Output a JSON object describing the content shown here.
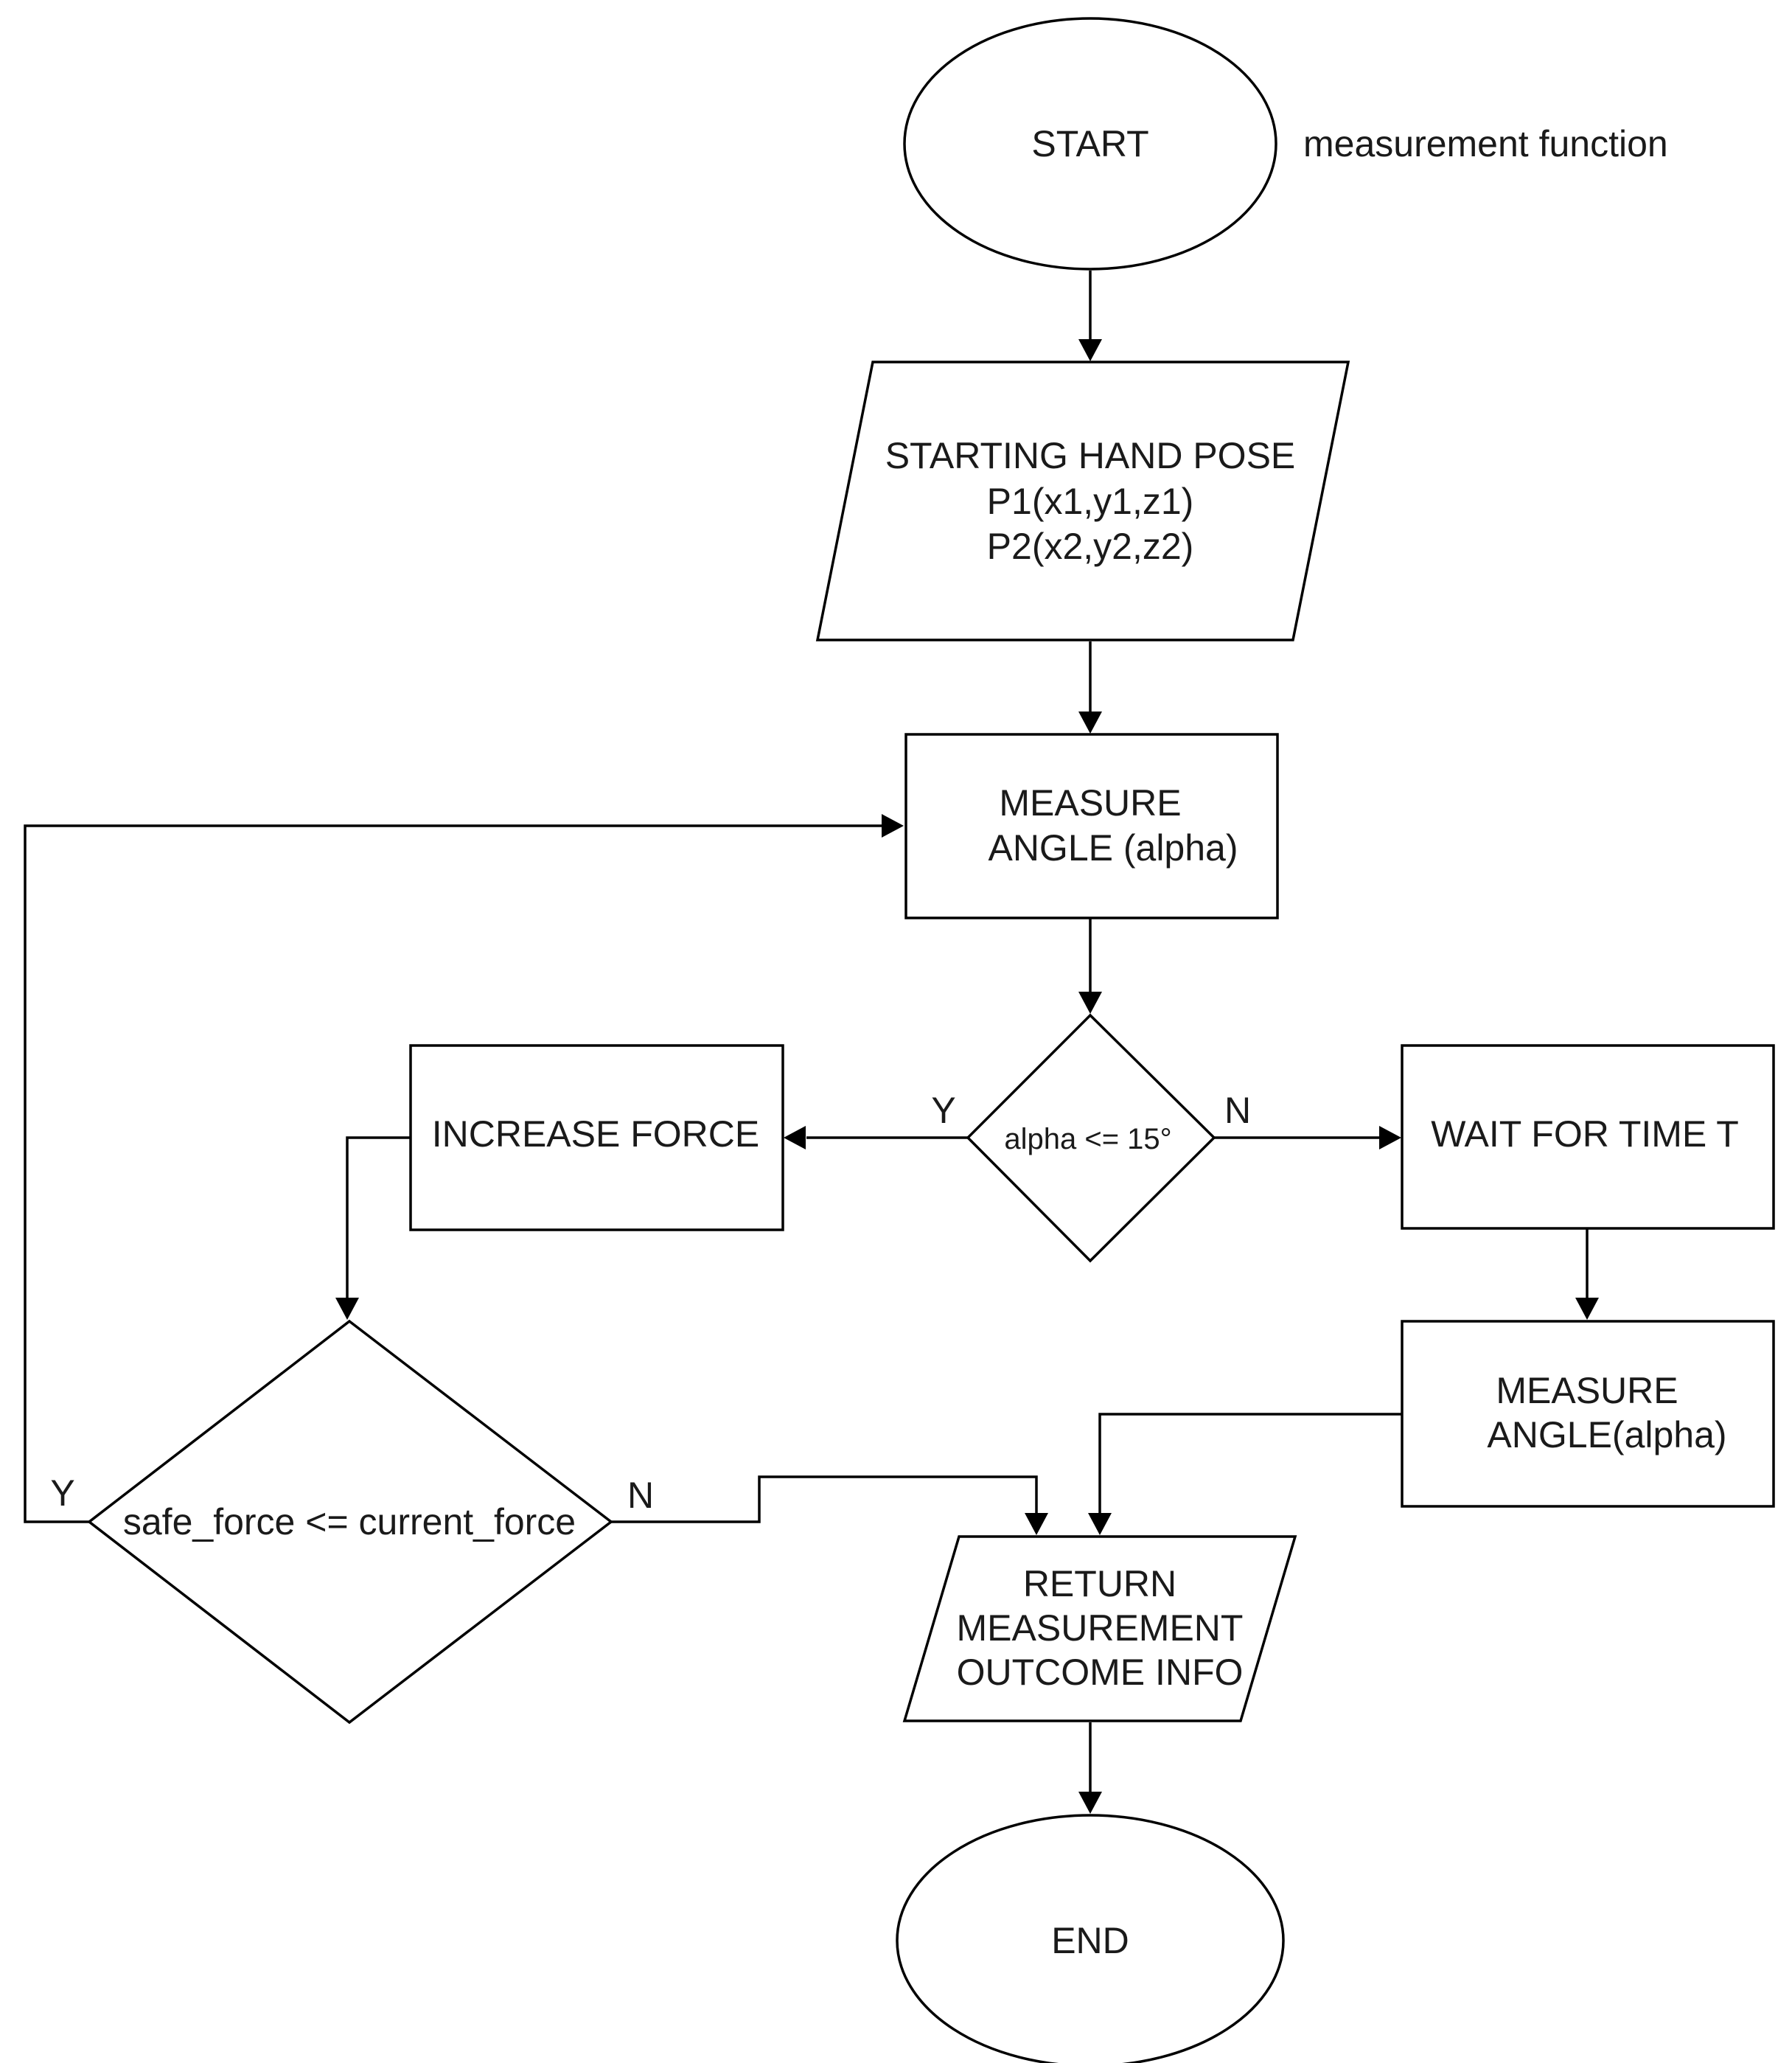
{
  "diagram": {
    "caption": "measurement function",
    "nodes": {
      "start": {
        "text": "START"
      },
      "input_pose": {
        "lines": [
          "STARTING HAND POSE",
          "P1(x1,y1,z1)",
          "P2(x2,y2,z2)"
        ]
      },
      "measure_angle_1": {
        "lines": [
          "MEASURE",
          "ANGLE (alpha)"
        ]
      },
      "decision_alpha": {
        "text": "alpha <= 15°"
      },
      "increase_force": {
        "text": "INCREASE FORCE"
      },
      "wait_time": {
        "text": "WAIT FOR TIME T"
      },
      "measure_angle_2": {
        "lines": [
          "MEASURE",
          "ANGLE(alpha)"
        ]
      },
      "decision_force": {
        "text": "safe_force <= current_force"
      },
      "return_info": {
        "lines": [
          "RETURN",
          "MEASUREMENT",
          "OUTCOME INFO"
        ]
      },
      "end": {
        "text": "END"
      }
    },
    "edge_labels": {
      "alpha_yes": "Y",
      "alpha_no": "N",
      "force_yes": "Y",
      "force_no": "N"
    }
  }
}
